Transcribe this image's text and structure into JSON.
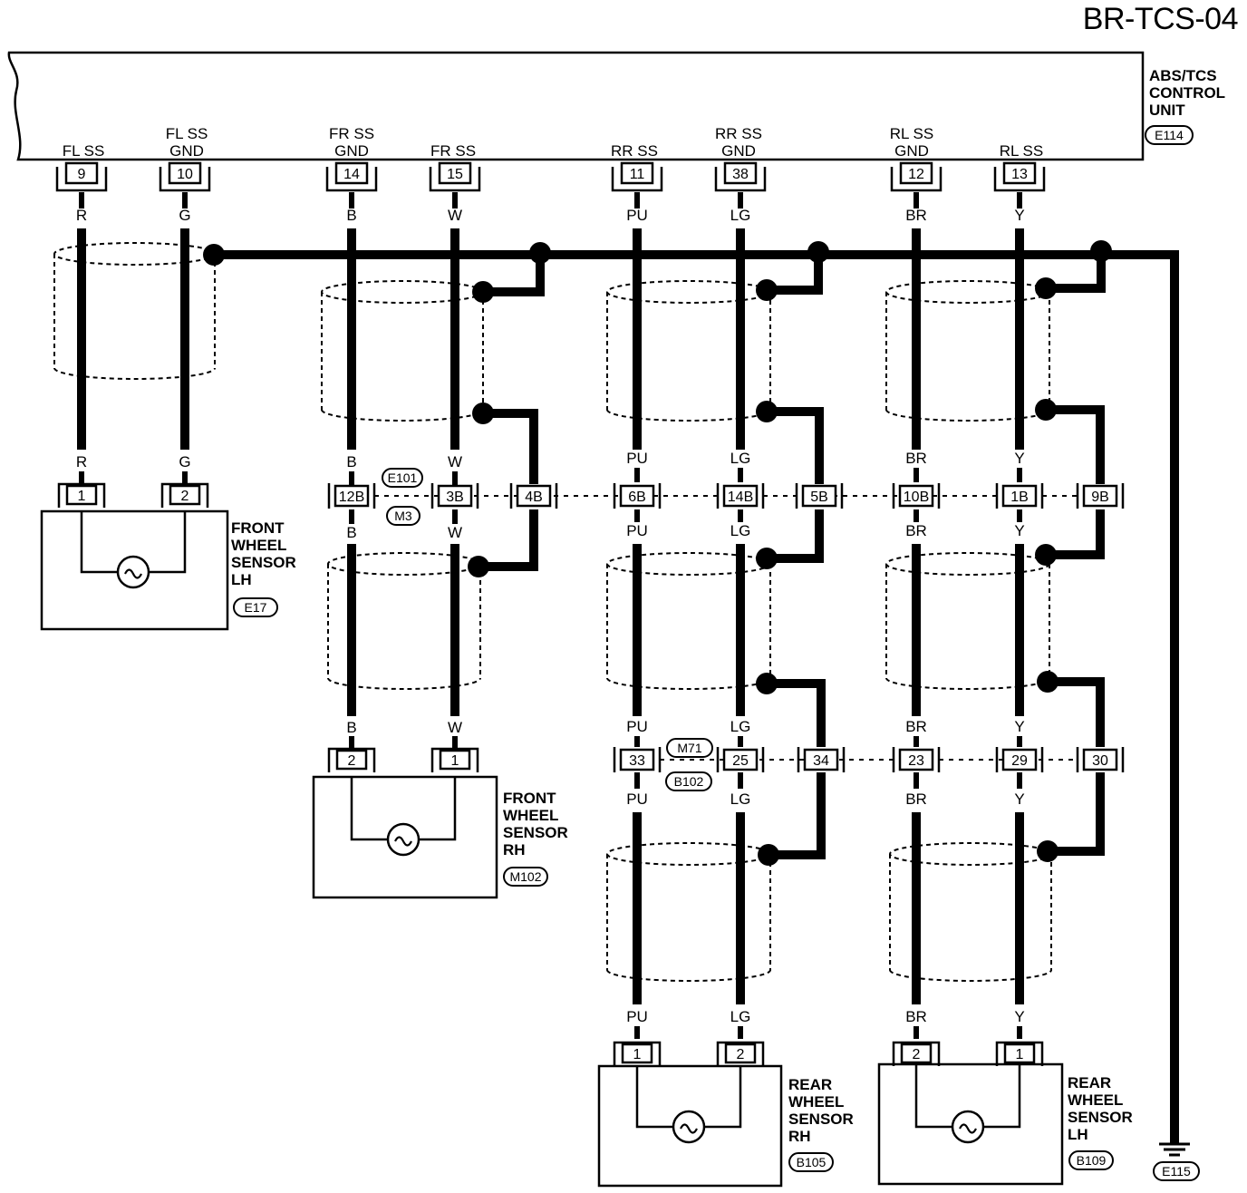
{
  "page_title": "BR-TCS-04",
  "control_unit": {
    "lines": [
      "ABS/TCS",
      "CONTROL",
      "UNIT"
    ],
    "connector": "E114"
  },
  "ground": {
    "connector": "E115"
  },
  "pin_labels": [
    [
      "FL SS"
    ],
    [
      "FL SS",
      "GND"
    ],
    [
      "FR SS",
      "GND"
    ],
    [
      "FR SS"
    ],
    [
      "RR SS"
    ],
    [
      "RR SS",
      "GND"
    ],
    [
      "RL SS",
      "GND"
    ],
    [
      "RL SS"
    ]
  ],
  "pins": [
    "9",
    "10",
    "14",
    "15",
    "11",
    "38",
    "12",
    "13"
  ],
  "wire_colors": [
    "R",
    "G",
    "B",
    "W",
    "PU",
    "LG",
    "BR",
    "Y"
  ],
  "joint_connectors": {
    "row1": [
      "12B",
      "3B",
      "4B",
      "6B",
      "14B",
      "5B",
      "10B",
      "1B",
      "9B"
    ],
    "row1_ids": [
      "E101",
      "M3"
    ],
    "row2": [
      "33",
      "25",
      "34",
      "23",
      "29",
      "30"
    ],
    "row2_ids": [
      "M71",
      "B102"
    ]
  },
  "sensors": [
    {
      "lines": [
        "FRONT",
        "WHEEL",
        "SENSOR",
        "LH"
      ],
      "connector": "E17",
      "pins": [
        "1",
        "2"
      ]
    },
    {
      "lines": [
        "FRONT",
        "WHEEL",
        "SENSOR",
        "RH"
      ],
      "connector": "M102",
      "pins": [
        "2",
        "1"
      ]
    },
    {
      "lines": [
        "REAR",
        "WHEEL",
        "SENSOR",
        "RH"
      ],
      "connector": "B105",
      "pins": [
        "1",
        "2"
      ]
    },
    {
      "lines": [
        "REAR",
        "WHEEL",
        "SENSOR",
        "LH"
      ],
      "connector": "B109",
      "pins": [
        "2",
        "1"
      ]
    }
  ]
}
